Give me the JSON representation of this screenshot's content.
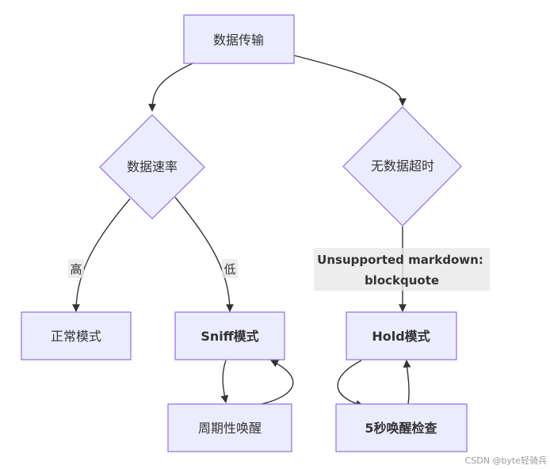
{
  "diagram": {
    "nodes": {
      "data_transfer": "数据传输",
      "data_rate": "数据速率",
      "no_data_timeout": "无数据超时",
      "normal_mode": "正常模式",
      "sniff_mode": "Sniff模式",
      "hold_mode": "Hold模式",
      "periodic_wake": "周期性唤醒",
      "wake_check_5s": "5秒唤醒检查"
    },
    "edge_labels": {
      "high": "高",
      "low": "低",
      "unsupported_line1": "Unsupported markdown:",
      "unsupported_line2": "blockquote"
    },
    "colors": {
      "node_fill": "#ECECFF",
      "node_stroke": "#9370DB",
      "edge": "#333333",
      "label_bg": "#E8E8E8"
    }
  },
  "watermark": "CSDN @byte轻骑兵"
}
